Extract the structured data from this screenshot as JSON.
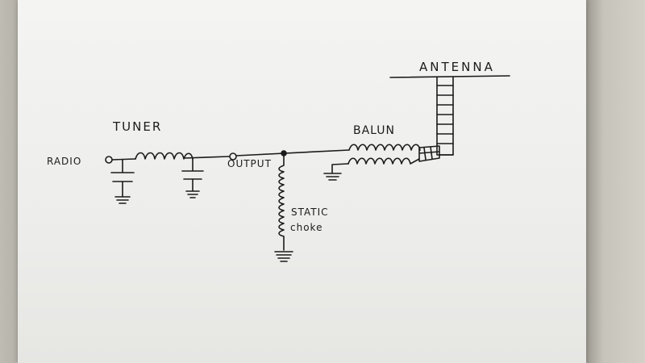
{
  "labels": {
    "antenna": "ANTENNA",
    "tuner": "TUNER",
    "radio": "RADIO",
    "output": "OUTPUT",
    "balun": "BALUN",
    "static": "STATIC",
    "choke": "choke"
  },
  "colors": {
    "ink": "#1b1b1b",
    "paper": "#f1f1ef",
    "desk": "#b9b6ad"
  }
}
